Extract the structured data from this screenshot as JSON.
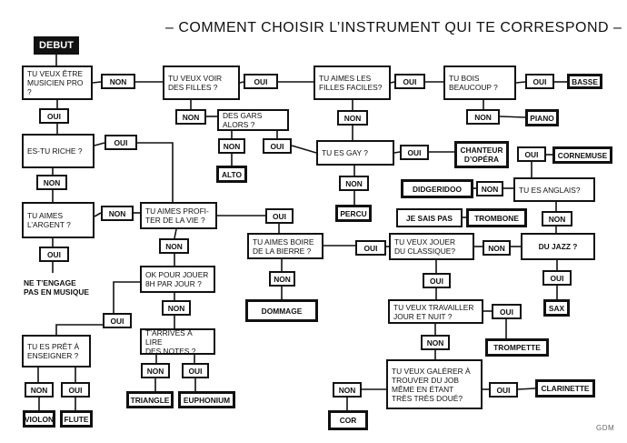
{
  "title": "– COMMENT CHOISIR L’INSTRUMENT QUI TE CORRESPOND –",
  "credit": "GDM",
  "nodes": {
    "debut": "DEBUT",
    "musicien_pro": "TU VEUX ÊTRE\nMUSICIEN PRO ?",
    "non_1": "NON",
    "oui_pro": "OUI",
    "voir_filles": "TU VEUX VOIR\nDES FILLES ?",
    "oui_filles": "OUI",
    "non_filles": "NON",
    "gars_alors": "DES GARS\nALORS ?",
    "non_gars": "NON",
    "oui_gars": "OUI",
    "alto": "ALTO",
    "filles_faciles": "TU AIMES LES\nFILLES FACILES?",
    "oui_faciles": "OUI",
    "non_faciles": "NON",
    "bois": "TU BOIS\nBEAUCOUP ?",
    "oui_bois": "OUI",
    "basse": "BASSE",
    "non_bois": "NON",
    "piano": "PIANO",
    "riche": "ES-TU RICHE ?",
    "oui_riche": "OUI",
    "non_riche": "NON",
    "gay": "TU ES GAY ?",
    "oui_gay": "OUI",
    "chanteur": "CHANTEUR\nD’OPÉRA",
    "non_gay": "NON",
    "percu": "PERCU",
    "oui_corn": "OUI",
    "cornemuse": "CORNEMUSE",
    "didgeridoo": "DIDGERIDOO",
    "non_angl": "NON",
    "anglais": "TU ES ANGLAIS?",
    "non_angl2": "NON",
    "sais_pas": "JE SAIS PAS",
    "trombone": "TROMBONE",
    "argent": "TU AIMES\nL’ARGENT ?",
    "non_argent": "NON",
    "profiter": "TU AIMES PROFI-\nTER DE LA VIE ?",
    "oui_profiter": "OUI",
    "biere": "TU AIMES BOIRE\nDE LA BIERRE ?",
    "oui_biere": "OUI",
    "classique": "TU VEUX JOUER\nDU CLASSIQUE?",
    "non_class": "NON",
    "jazz": "DU JAZZ ?",
    "oui_argent": "OUI",
    "ne_engage": "NE T’ENGAGE\nPAS EN MUSIQUE",
    "non_profiter": "NON",
    "non_biere": "NON",
    "dommage": "DOMMAGE",
    "oui_jazz": "OUI",
    "sax": "SAX",
    "ok_jouer": "OK POUR JOUER\n8H PAR JOUR ?",
    "oui_class": "OUI",
    "travailler": "TU VEUX TRAVAILLER\nJOUR ET NUIT ?",
    "oui_trav": "OUI",
    "trompette": "TROMPETTE",
    "non_trav": "NON",
    "oui_ok": "OUI",
    "non_ok": "NON",
    "lire": "T’ARRIVES À LIRE\nDES NOTES ?",
    "non_lire": "NON",
    "oui_lire": "OUI",
    "triangle": "TRIANGLE",
    "euphonium": "EUPHONIUM",
    "pret": "TU ES PRÊT À\nENSEIGNER ?",
    "non_pret": "NON",
    "oui_pret": "OUI",
    "violon": "VIOLON",
    "flute": "FLUTE",
    "galerer": "TU VEUX GALÉRER À\nTROUVER DU JOB\nMÊME EN ÉTANT\nTRÈS TRÈS DOUÉ?",
    "non_gal": "NON",
    "oui_gal": "OUI",
    "cor": "COR",
    "clarinette": "CLARINETTE"
  }
}
